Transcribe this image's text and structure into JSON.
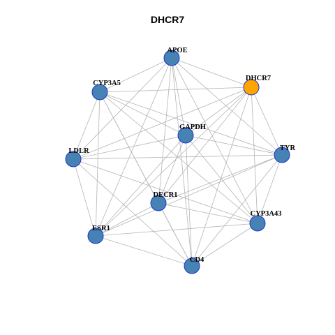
{
  "title": "DHCR7",
  "colors": {
    "node_default": "#4682B4",
    "node_highlight": "#FFA500",
    "node_border": "#1F35C8",
    "edge": "#B4B4B4",
    "background": "#FFFFFF"
  },
  "network": {
    "highlight": "DHCR7",
    "nodes": [
      "APOE",
      "DHCR7",
      "CYP3A5",
      "GAPDH",
      "LDLR",
      "TYR",
      "DECR1",
      "CYP3A43",
      "ESR1",
      "CD4"
    ],
    "edges": [
      [
        "APOE",
        "CYP3A5"
      ],
      [
        "APOE",
        "DHCR7"
      ],
      [
        "APOE",
        "LDLR"
      ],
      [
        "APOE",
        "TYR"
      ],
      [
        "APOE",
        "DECR1"
      ],
      [
        "APOE",
        "GAPDH"
      ],
      [
        "APOE",
        "ESR1"
      ],
      [
        "APOE",
        "CYP3A43"
      ],
      [
        "APOE",
        "CD4"
      ],
      [
        "CYP3A5",
        "DHCR7"
      ],
      [
        "CYP3A5",
        "TYR"
      ],
      [
        "CYP3A5",
        "GAPDH"
      ],
      [
        "CYP3A5",
        "CD4"
      ],
      [
        "CYP3A5",
        "ESR1"
      ],
      [
        "CYP3A5",
        "CYP3A43"
      ],
      [
        "CYP3A5",
        "DECR1"
      ],
      [
        "CYP3A5",
        "LDLR"
      ],
      [
        "DHCR7",
        "GAPDH"
      ],
      [
        "DHCR7",
        "LDLR"
      ],
      [
        "DHCR7",
        "TYR"
      ],
      [
        "DHCR7",
        "DECR1"
      ],
      [
        "DHCR7",
        "ESR1"
      ],
      [
        "DHCR7",
        "CYP3A43"
      ],
      [
        "DHCR7",
        "CD4"
      ],
      [
        "GAPDH",
        "TYR"
      ],
      [
        "GAPDH",
        "LDLR"
      ],
      [
        "GAPDH",
        "DECR1"
      ],
      [
        "GAPDH",
        "ESR1"
      ],
      [
        "GAPDH",
        "CD4"
      ],
      [
        "GAPDH",
        "CYP3A43"
      ],
      [
        "LDLR",
        "TYR"
      ],
      [
        "LDLR",
        "ESR1"
      ],
      [
        "LDLR",
        "CYP3A43"
      ],
      [
        "LDLR",
        "CD4"
      ],
      [
        "TYR",
        "DECR1"
      ],
      [
        "TYR",
        "ESR1"
      ],
      [
        "TYR",
        "CYP3A43"
      ],
      [
        "TYR",
        "CD4"
      ],
      [
        "DECR1",
        "ESR1"
      ],
      [
        "DECR1",
        "CD4"
      ],
      [
        "DECR1",
        "CYP3A43"
      ],
      [
        "ESR1",
        "CYP3A43"
      ],
      [
        "ESR1",
        "CD4"
      ],
      [
        "CYP3A43",
        "CD4"
      ]
    ]
  }
}
